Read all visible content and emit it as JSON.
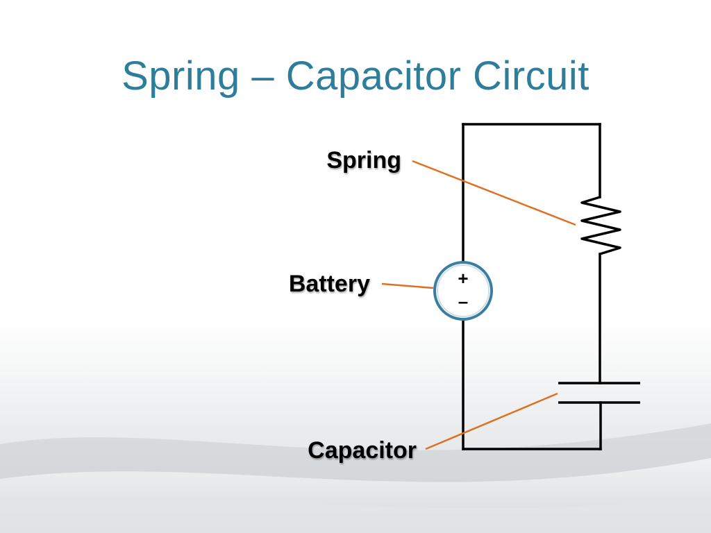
{
  "slide": {
    "title": "Spring – Capacitor Circuit"
  },
  "labels": {
    "spring": "Spring",
    "battery": "Battery",
    "capacitor": "Capacitor"
  },
  "battery": {
    "plus_sign": "+",
    "minus_sign": "–"
  },
  "colors": {
    "title": "#2e7d9a",
    "leader_line": "#e07020",
    "wire": "#000000",
    "battery_ring": "#3a7ea0"
  },
  "components": [
    "spring",
    "battery",
    "capacitor"
  ]
}
